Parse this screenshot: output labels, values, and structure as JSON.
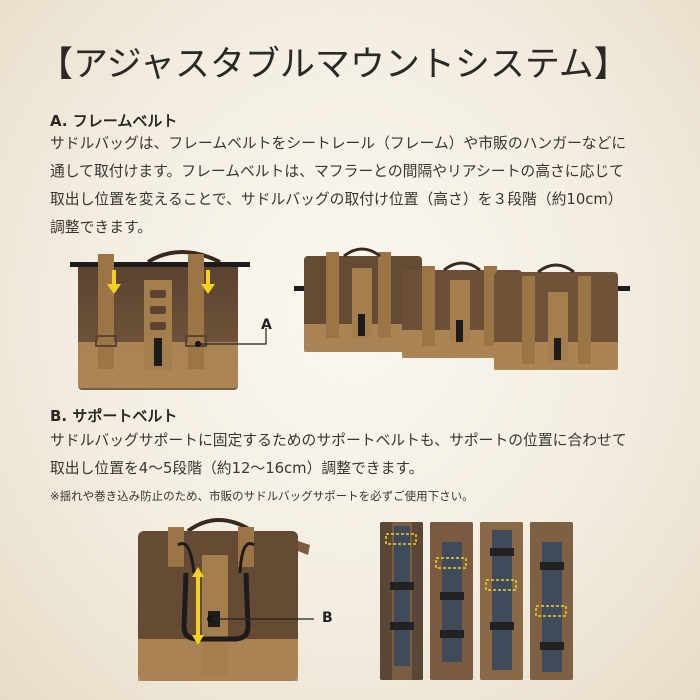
{
  "page": {
    "title": "【アジャスタブルマウントシステム】"
  },
  "section_a": {
    "heading": "A. フレームベルト",
    "lines": [
      "サドルバッグは、フレームベルトをシートレール（フレーム）や市販のハンガーなどに",
      "通して取付けます。フレームベルトは、マフラーとの間隔やリアシートの高さに応じて",
      "取出し位置を変えることで、サドルバッグの取付け位置（高さ）を３段階（約10cm）",
      "調整できます。"
    ],
    "callout": "A"
  },
  "section_b": {
    "heading": "B. サポートベルト",
    "lines": [
      "サドルバッグサポートに固定するためのサポートベルトも、サポートの位置に合わせて",
      "取出し位置を4〜5段階（約12〜16cm）調整できます。"
    ],
    "note": "※揺れや巻き込み防止のため、市販のサドルバッグサポートを必ずご使用下さい。",
    "callout": "B"
  },
  "colors": {
    "canvas": "#e7dcc7",
    "bag_body": "#6b4e36",
    "bag_leather": "#b58d5b",
    "strap": "#9c7546",
    "arrow": "#f2d21e",
    "bar": "#1c1c1c"
  },
  "icons": [
    "down-arrow-icon",
    "up-down-arrow-icon"
  ]
}
